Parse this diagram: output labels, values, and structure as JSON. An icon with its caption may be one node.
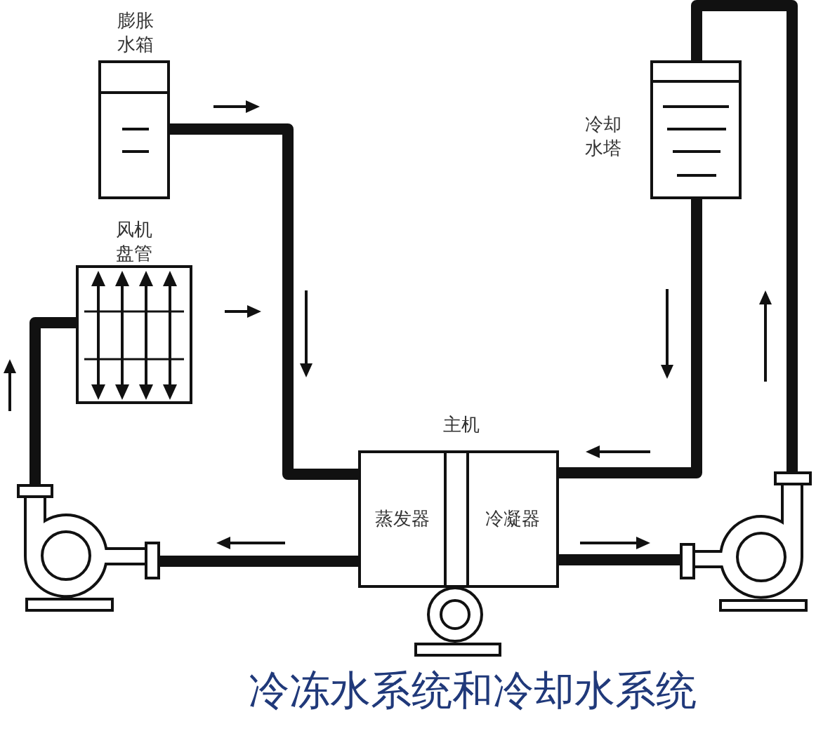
{
  "diagram": {
    "caption": "冷冻水系统和冷却水系统",
    "nodes": [
      {
        "text": [
          "膨胀水箱"
        ]
      },
      {
        "text": [
          "冷却水塔"
        ]
      },
      {
        "text": [
          "风机盘管"
        ]
      },
      {
        "text": [
          "主机"
        ]
      },
      {
        "text": [
          "蒸发器"
        ],
        "in": 3
      },
      {
        "text": [
          "冷凝器"
        ],
        "in": 3
      },
      {
        "text": [],
        "shape": "picture"
      },
      {
        "text": [],
        "shape": "picture"
      }
    ],
    "edges": [
      {
        "from": 0,
        "to": 4,
        "arrow": "none"
      },
      {
        "from": 4,
        "to": 6,
        "arrow": "none"
      },
      {
        "from": 6,
        "to": 2,
        "arrow": "none"
      },
      {
        "from": 5,
        "to": 7,
        "arrow": "none"
      },
      {
        "from": 7,
        "to": 1,
        "arrow": "none"
      },
      {
        "from": 1,
        "to": 5,
        "arrow": "none"
      }
    ]
  }
}
